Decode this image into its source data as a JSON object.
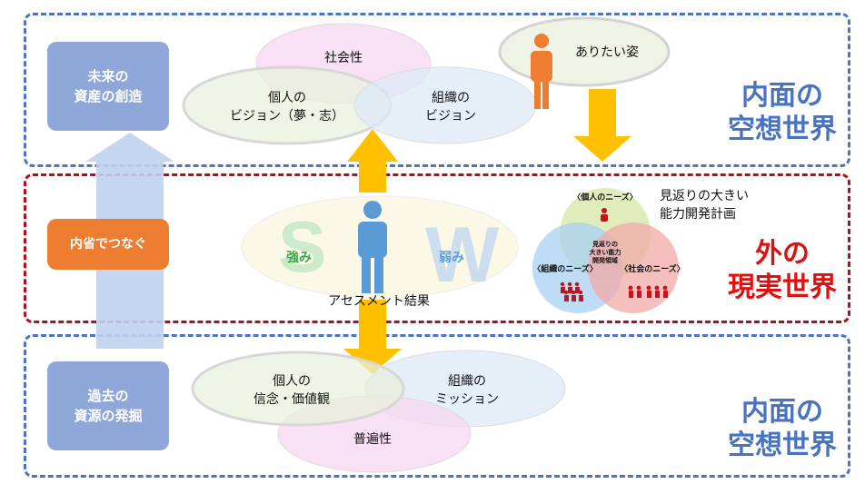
{
  "top_zone": {
    "side_box": "未来の\n資産の創造",
    "big_label": "内面の\n空想世界",
    "circles": {
      "social": "社会性",
      "personal": "個人の\nビジョン（夢・志）",
      "organization": "組織の\nビジョン"
    },
    "ideal": "ありたい姿"
  },
  "middle_zone": {
    "side_box": "内省でつなぐ",
    "big_label": "外の\n現実世界",
    "strength_letter": "S",
    "strength_label": "強み",
    "weakness_letter": "W",
    "weakness_label": "弱み",
    "assessment": "アセスメント結果",
    "plan_title": "見返りの大きい\n能力開発計画",
    "venn": {
      "personal_needs": "〈個人のニーズ〉",
      "org_needs": "〈組織のニーズ〉",
      "social_needs": "〈社会のニーズ〉",
      "center": "見返りの\n大きい能力\n開発領域"
    }
  },
  "bottom_zone": {
    "side_box": "過去の\n資源の発掘",
    "big_label": "内面の\n空想世界",
    "circles": {
      "personal": "個人の\n信念・価値観",
      "organization": "組織の\nミッション",
      "universal": "普遍性"
    }
  },
  "colors": {
    "blue_dash": "#4a74c4",
    "red_dash": "#b20f1e",
    "side_box": "#8ea7d8",
    "link_box": "#ec7d31",
    "arrow": "#ffc000",
    "person_orange": "#ee7d31",
    "person_blue": "#5b9bd5",
    "label_blue": "#4873c1",
    "label_red": "#dd1111"
  }
}
